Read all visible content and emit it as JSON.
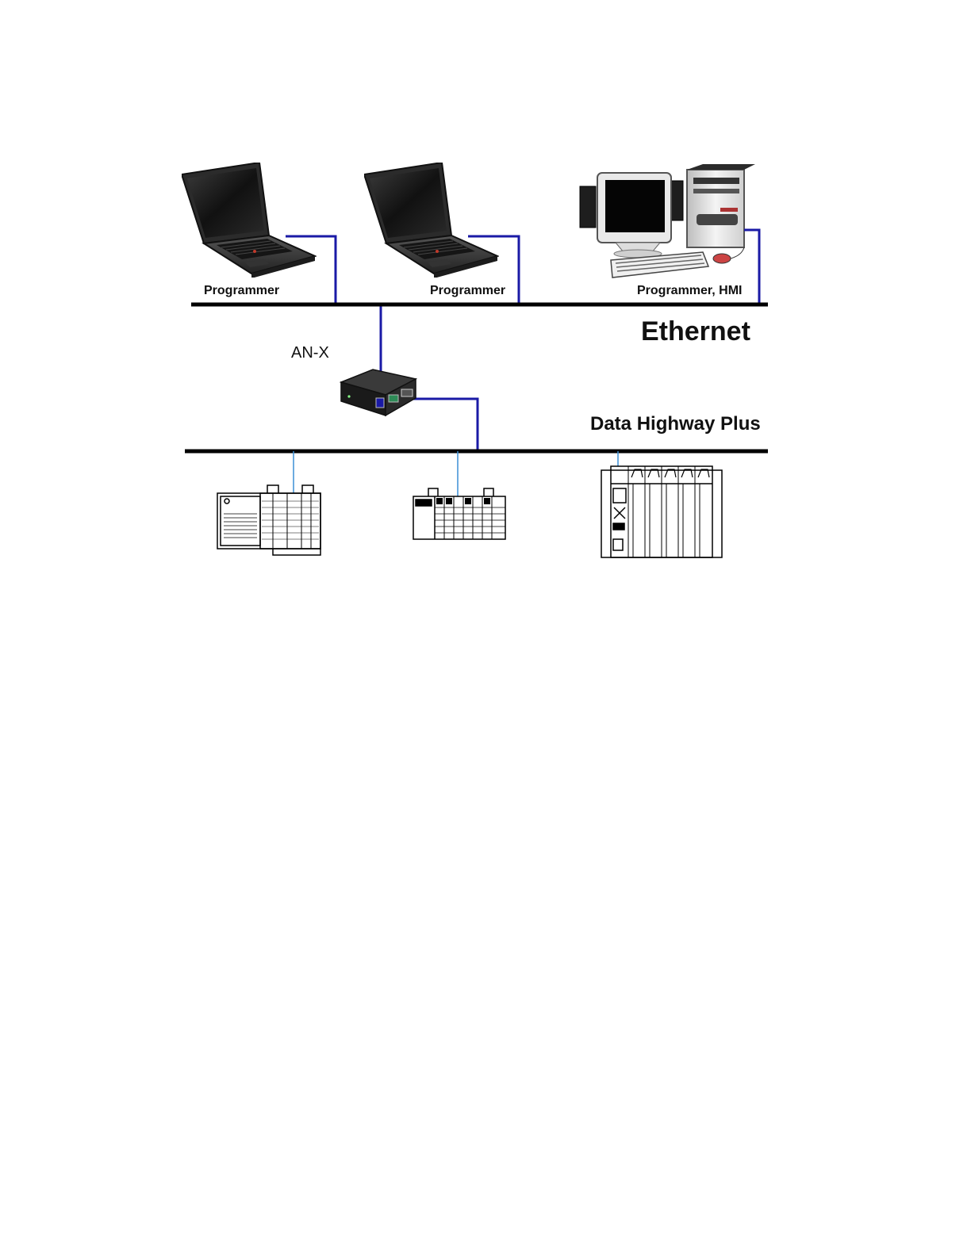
{
  "labels": {
    "laptop1": "Programmer",
    "laptop2": "Programmer",
    "desktop": "Programmer, HMI",
    "ethernet": "Ethernet",
    "anx": "AN-X",
    "dhplus": "Data Highway Plus"
  },
  "icons": {
    "laptop1": "laptop-icon",
    "laptop2": "laptop-icon",
    "desktop": "desktop-computer-icon",
    "anx": "anx-gateway-icon",
    "plc1": "controllogix-chassis-icon",
    "plc2": "slc500-chassis-icon",
    "plc3": "plc5-chassis-icon"
  },
  "colors": {
    "ethernet_drop": "#1a1aa6",
    "dhplus_drop": "#3b8fd6",
    "bus": "#000000"
  }
}
